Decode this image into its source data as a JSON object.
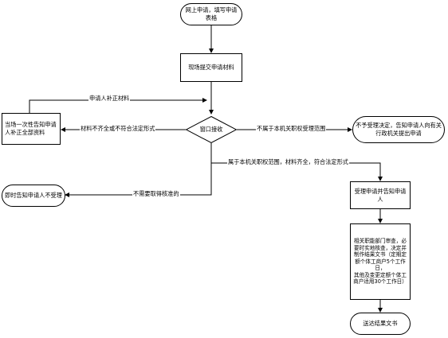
{
  "nodes": {
    "start": "网上申请，填写申请表格",
    "submit": "现场提交申请材料",
    "window": "窗口接收",
    "inform_supplement": "当场一次性告知申请人补正全部资料",
    "not_accept": "不予受理决定，告知申请人向有关行政机关提出申请",
    "inform_no_accept": "即时告知申请人不受理",
    "accept": "受理申请并告知申请人",
    "review": "相关职能部门审查，必要时实地核查，决定并制作结果文书（定期定额个体工商户5个工作日，\n其他及变更定额个体工商户适用30个工作日）",
    "deliver": "送达结果文书"
  },
  "edges": {
    "supplement": "申请人补正材料",
    "incomplete": "材料不齐全或不符合法定形式",
    "out_of_scope": "不属于本机关职权受理范围",
    "in_scope": "属于本机关职权范围，材料齐全，符合法定形式",
    "no_approval": "不需要取得核准的"
  }
}
